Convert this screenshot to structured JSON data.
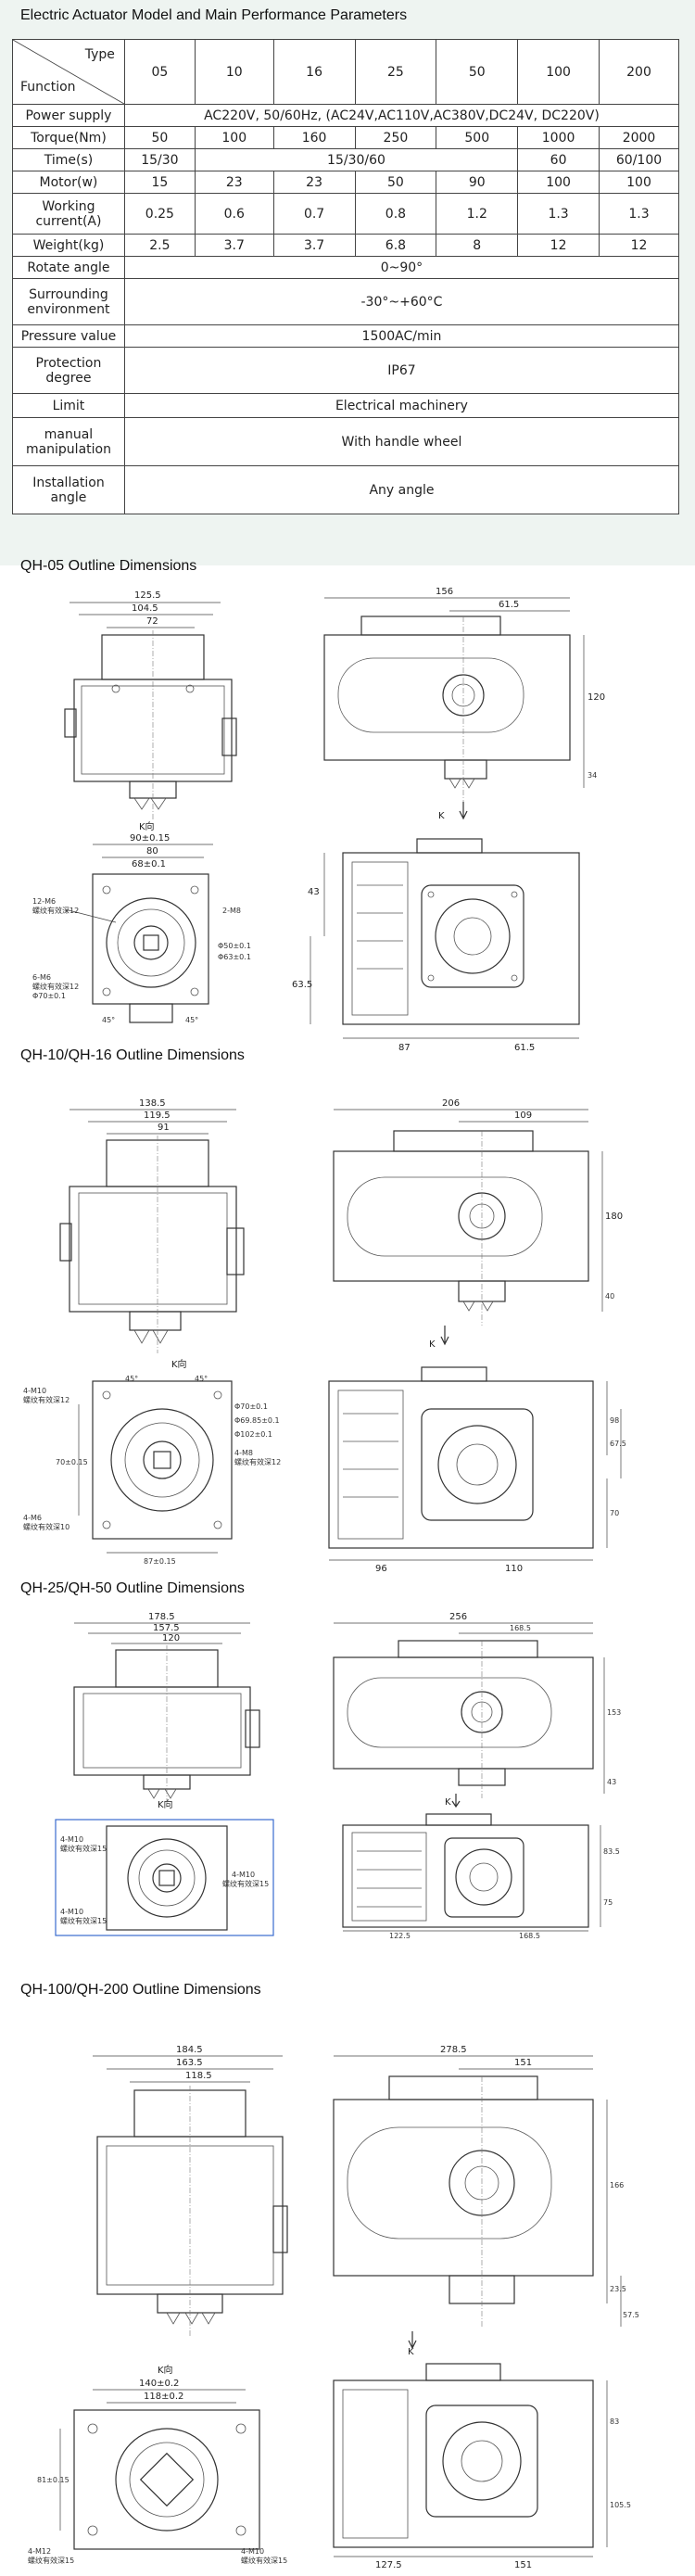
{
  "title": "Electric Actuator Model and Main Performance Parameters",
  "table": {
    "corner_type": "Type",
    "corner_function": "Function",
    "models": [
      "05",
      "10",
      "16",
      "25",
      "50",
      "100",
      "200"
    ],
    "power_label": "Power supply",
    "power_value": "AC220V, 50/60Hz, (AC24V,AC110V,AC380V,DC24V, DC220V)",
    "torque_label": "Torque(Nm)",
    "torque": [
      "50",
      "100",
      "160",
      "250",
      "500",
      "1000",
      "2000"
    ],
    "time_label": "Time(s)",
    "time_05": "15/30",
    "time_mid": "15/30/60",
    "time_100": "60",
    "time_200": "60/100",
    "motor_label": "Motor(w)",
    "motor": [
      "15",
      "23",
      "23",
      "50",
      "90",
      "100",
      "100"
    ],
    "current_label_1": "Working",
    "current_label_2": "current(A)",
    "current": [
      "0.25",
      "0.6",
      "0.7",
      "0.8",
      "1.2",
      "1.3",
      "1.3"
    ],
    "weight_label": "Weight(kg)",
    "weight": [
      "2.5",
      "3.7",
      "3.7",
      "6.8",
      "8",
      "12",
      "12"
    ],
    "rotate_label": "Rotate angle",
    "rotate_value": "0~90°",
    "env_label_1": "Surrounding",
    "env_label_2": "environment",
    "env_value": "-30°~+60°C",
    "pressure_label": "Pressure value",
    "pressure_value": "1500AC/min",
    "protection_label_1": "Protection",
    "protection_label_2": "degree",
    "protection_value": "IP67",
    "limit_label": "Limit",
    "limit_value": "Electrical machinery",
    "manual_label_1": "manual",
    "manual_label_2": "manipulation",
    "manual_value": "With handle wheel",
    "install_label_1": "Installation",
    "install_label_2": "angle",
    "install_value": "Any angle"
  },
  "sections": [
    {
      "heading": "QH-05 Outline Dimensions",
      "dims": {
        "front_w1": "125.5",
        "front_w2": "104.5",
        "front_w3": "72",
        "side_w1": "156",
        "side_w2": "61.5",
        "side_h": "120",
        "side_h2": "34",
        "k_label": "K向",
        "k_mark": "K",
        "bottom_w1": "90±0.15",
        "bottom_w2": "80",
        "bottom_w3": "68±0.1",
        "m_a": "12-M6",
        "m_a_sub": "螺纹有效深12",
        "m_b": "2-M8",
        "m_c": "6-M6",
        "m_c_sub": "螺纹有效深12",
        "d1": "Φ50±0.1",
        "d2": "Φ63±0.1",
        "d3": "Φ70±0.1",
        "ang": "45°",
        "plan_h1": "43",
        "plan_h2": "63.5",
        "plan_w1": "87",
        "plan_w2": "61.5"
      }
    },
    {
      "heading": "QH-10/QH-16 Outline Dimensions",
      "dims": {
        "front_w1": "138.5",
        "front_w2": "119.5",
        "front_w3": "91",
        "side_w1": "206",
        "side_w2": "109",
        "side_h": "180",
        "side_h2": "40",
        "k_label": "K向",
        "k_mark": "K",
        "m_a": "4-M10",
        "m_a_sub": "螺纹有效深12",
        "d1": "Φ70±0.1",
        "d2": "Φ69.85±0.1",
        "d3": "Φ102±0.1",
        "m_b": "4-M8",
        "m_b_sub": "螺纹有效深12",
        "m_c": "4-M6",
        "m_c_sub": "螺纹有效深10",
        "bottom_w1": "87±0.15",
        "bottom_h": "70±0.15",
        "ang": "45°",
        "plan_h1": "98",
        "plan_h2": "67.5",
        "plan_h3": "70",
        "plan_w1": "96",
        "plan_w2": "110"
      }
    },
    {
      "heading": "QH-25/QH-50 Outline Dimensions",
      "dims": {
        "front_w1": "178.5",
        "front_w2": "157.5",
        "front_w3": "120",
        "side_w1": "256",
        "side_w2": "168.5",
        "side_h": "153",
        "side_h2": "43",
        "k_label": "K向",
        "k_mark": "K",
        "m_a": "4-M10",
        "m_a_sub": "螺纹有效深15",
        "m_b": "4-M10",
        "m_b_sub": "螺纹有效深15",
        "m_c": "4-M10",
        "m_c_sub": "螺纹有效深15",
        "plan_h1": "83.5",
        "plan_h2": "75",
        "plan_w1": "122.5",
        "plan_w2": "168.5"
      }
    },
    {
      "heading": "QH-100/QH-200 Outline Dimensions",
      "dims": {
        "front_w1": "184.5",
        "front_w2": "163.5",
        "front_w3": "118.5",
        "side_w1": "278.5",
        "side_w2": "151",
        "side_h": "166",
        "side_h2": "23.5",
        "side_h3": "57.5",
        "k_label": "K向",
        "k_mark": "K",
        "bottom_w1": "140±0.2",
        "bottom_w2": "118±0.2",
        "bottom_h": "81±0.15",
        "m_a": "4-M12",
        "m_a_sub": "螺纹有效深15",
        "m_b": "4-M10",
        "m_b_sub": "螺纹有效深15",
        "plan_h1": "83",
        "plan_h2": "105.5",
        "plan_w1": "127.5",
        "plan_w2": "151"
      }
    }
  ]
}
